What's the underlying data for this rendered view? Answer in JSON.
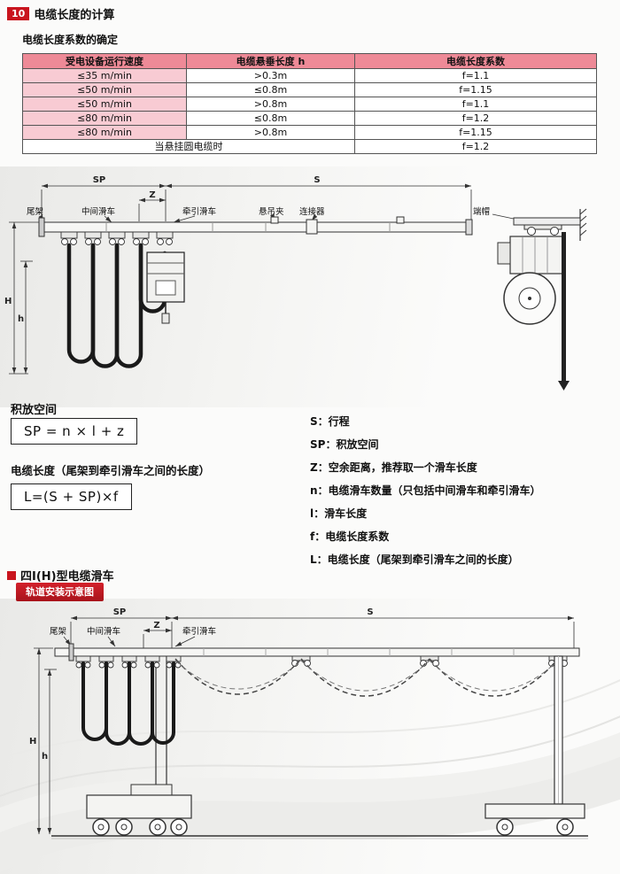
{
  "colors": {
    "accent_red": "#c9151e",
    "table_header_bg": "#ee8a97",
    "table_first_col_bg": "#f8cbd3"
  },
  "header": {
    "number": "10",
    "title": "电缆长度的计算",
    "subtitle": "电缆长度系数的确定"
  },
  "table": {
    "headers": [
      "受电设备运行速度",
      "电缆悬垂长度 h",
      "电缆长度系数"
    ],
    "rows": [
      [
        "≤35  m/min",
        ">0.3m",
        "f=1.1"
      ],
      [
        "≤50  m/min",
        "≤0.8m",
        "f=1.15"
      ],
      [
        "≤50  m/min",
        ">0.8m",
        "f=1.1"
      ],
      [
        "≤80  m/min",
        "≤0.8m",
        "f=1.2"
      ],
      [
        "≤80  m/min",
        ">0.8m",
        "f=1.15"
      ]
    ],
    "footer_label": "当悬挂圆电缆时",
    "footer_value": "f=1.2"
  },
  "diagram1": {
    "dims": {
      "sp": "SP",
      "s": "S",
      "z": "Z",
      "H": "H",
      "h": "h"
    },
    "labels": {
      "tail": "尾架",
      "middle": "中间滑车",
      "tow": "牵引滑车",
      "clamp": "悬吊夹",
      "connector": "连接器",
      "endcap": "端帽"
    }
  },
  "formulas": {
    "space_title": "积放空间",
    "space_formula": "SP = n × l + z",
    "length_title": "电缆长度（尾架到牵引滑车之间的长度）",
    "length_formula": "L=(S + SP)×f"
  },
  "legend": {
    "items": [
      "S：行程",
      "SP：积放空间",
      "Z：空余距离，推荐取一个滑车长度",
      "n：电缆滑车数量（只包括中间滑车和牵引滑车）",
      "l：滑车长度",
      "f：电缆长度系数",
      "L：电缆长度（尾架到牵引滑车之间的长度）"
    ]
  },
  "section2": {
    "title": "四Ⅰ(H)型电缆滑车",
    "badge": "轨道安装示意图"
  },
  "diagram2": {
    "dims": {
      "sp": "SP",
      "s": "S",
      "z": "Z",
      "H": "H",
      "h": "h"
    },
    "labels": {
      "tail": "尾架",
      "middle": "中间滑车",
      "tow": "牵引滑车"
    }
  }
}
